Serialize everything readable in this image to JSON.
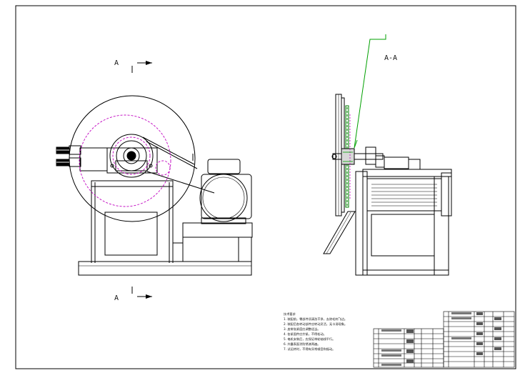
{
  "drawing": {
    "section_marker_top": "A",
    "section_marker_bottom": "A",
    "section_view_label": "A-A",
    "technical_requirements": {
      "heading": "技术要求",
      "items": [
        "1. 装配前，零部件须清洗干净，去除毛刺飞边。",
        "2. 装配后各转动部件应转动灵活，无卡滞现象。",
        "3. 皮带张紧度应调整适当。",
        "4. 各紧固件应拧紧，不得松动。",
        "5. 电机安装后，应保证带轮轴线平行。",
        "6. 外露表面涂防锈漆两遍。",
        "7. 试运转时，不得有异常噪音和振动。"
      ]
    }
  }
}
